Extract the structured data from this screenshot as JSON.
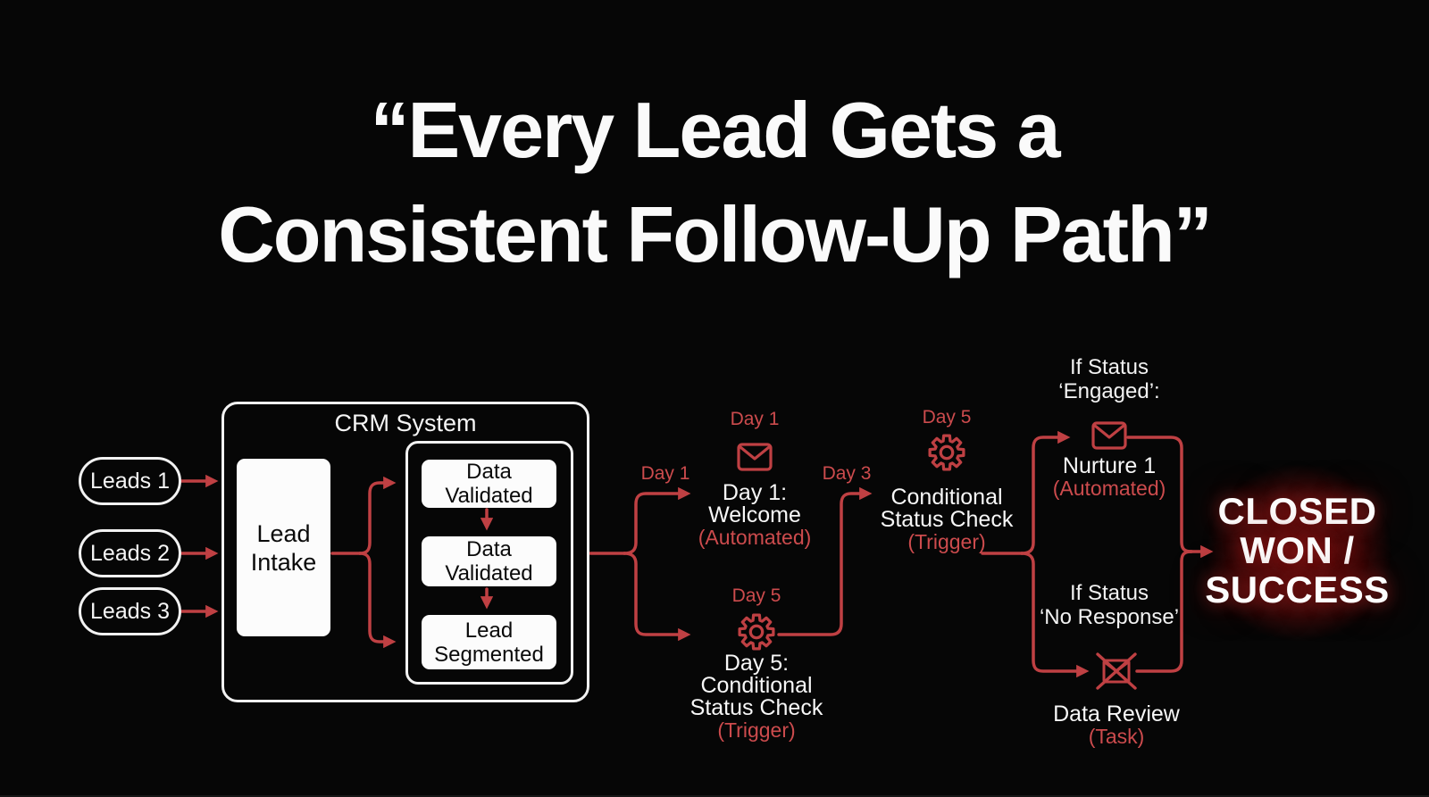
{
  "title": {
    "line1": "“Every Lead Gets a",
    "line2": "Consistent Follow-Up Path”"
  },
  "leads": [
    {
      "label": "Leads 1"
    },
    {
      "label": "Leads 2"
    },
    {
      "label": "Leads 3"
    }
  ],
  "crm": {
    "title": "CRM System",
    "intake": {
      "lines": [
        "Lead",
        "Intake"
      ]
    },
    "pipeline": [
      {
        "lines": [
          "Data",
          "Validated"
        ]
      },
      {
        "lines": [
          "Data",
          "Validated"
        ]
      },
      {
        "lines": [
          "Lead",
          "Segmented"
        ]
      }
    ]
  },
  "edge_labels": {
    "crm_to_welcome": "Day 1",
    "day5_to_conditional": "Day 3"
  },
  "nodes": {
    "welcome": {
      "day": "Day 1",
      "icon": "envelope-icon",
      "lines": [
        "Day 1:",
        "Welcome"
      ],
      "tag": "(Automated)"
    },
    "day5_check": {
      "day": "Day 5",
      "icon": "gear-icon",
      "lines": [
        "Day 5:",
        "Conditional",
        "Status Check"
      ],
      "tag": "(Trigger)"
    },
    "conditional": {
      "day": "Day 5",
      "icon": "gear-icon",
      "lines": [
        "Conditional",
        "Status Check"
      ],
      "tag": "(Trigger)"
    },
    "nurture": {
      "condition_lines": [
        "If Status",
        "‘Engaged’:"
      ],
      "icon": "envelope-icon",
      "lines": [
        "Nurture 1"
      ],
      "tag": "(Automated)"
    },
    "data_review": {
      "condition_lines": [
        "If Status",
        "‘No Response’"
      ],
      "icon": "envelope-crossed-icon",
      "lines": [
        "Data Review"
      ],
      "tag": "(Task)"
    }
  },
  "outcome": {
    "lines": [
      "CLOSED",
      "WON /",
      "SUCCESS"
    ]
  },
  "colors": {
    "background": "#060606",
    "white": "#f5f5f5",
    "line_red": "#bf4043",
    "text_red": "#cc4b4d",
    "glow_red": "#5a1010"
  }
}
